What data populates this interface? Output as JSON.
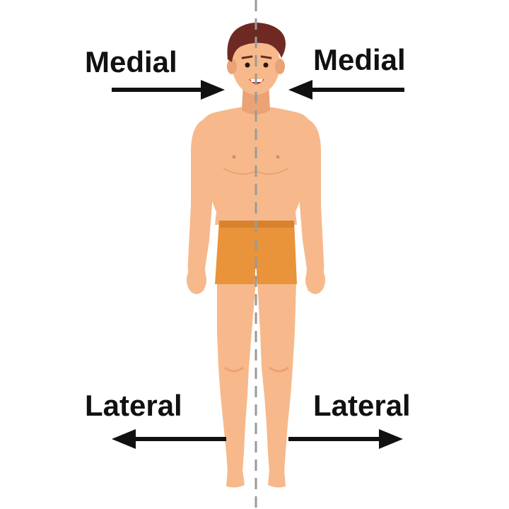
{
  "labels": {
    "medial_left": "Medial",
    "medial_right": "Medial",
    "lateral_left": "Lateral",
    "lateral_right": "Lateral"
  },
  "colors": {
    "skin": "#F7B98B",
    "skin_shade": "#EBA274",
    "shorts": "#E9933A",
    "hair": "#6E2A22",
    "arrow": "#111111",
    "midline": "#9A9A9A"
  },
  "icons": {
    "medial_left_arrow": "arrow-right-icon",
    "medial_right_arrow": "arrow-left-icon",
    "lateral_left_arrow": "arrow-left-icon",
    "lateral_right_arrow": "arrow-right-icon"
  }
}
